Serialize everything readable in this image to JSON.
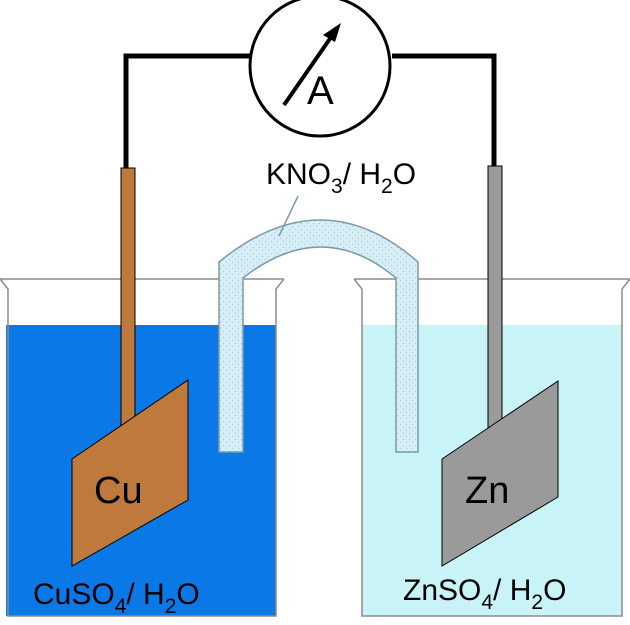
{
  "ammeter": {
    "label": "A"
  },
  "salt_bridge": {
    "label_pre": "KNO",
    "label_sub": "3",
    "label_mid": "/ H",
    "label_sub2": "2",
    "label_post": "O"
  },
  "left_cell": {
    "electrode_label": "Cu",
    "solution_pre": "CuSO",
    "solution_sub": "4",
    "solution_mid": "/ H",
    "solution_sub2": "2",
    "solution_post": "O"
  },
  "right_cell": {
    "electrode_label": "Zn",
    "solution_pre": "ZnSO",
    "solution_sub": "4",
    "solution_mid": "/ H",
    "solution_sub2": "2",
    "solution_post": "O"
  },
  "colors": {
    "cuso4_solution": "#0a78e6",
    "znso4_solution": "#c8f4f8",
    "copper": "#c0793c",
    "zinc": "#9a9a9a",
    "salt_bridge_fill": "#d8eef6",
    "wire": "#000000"
  }
}
